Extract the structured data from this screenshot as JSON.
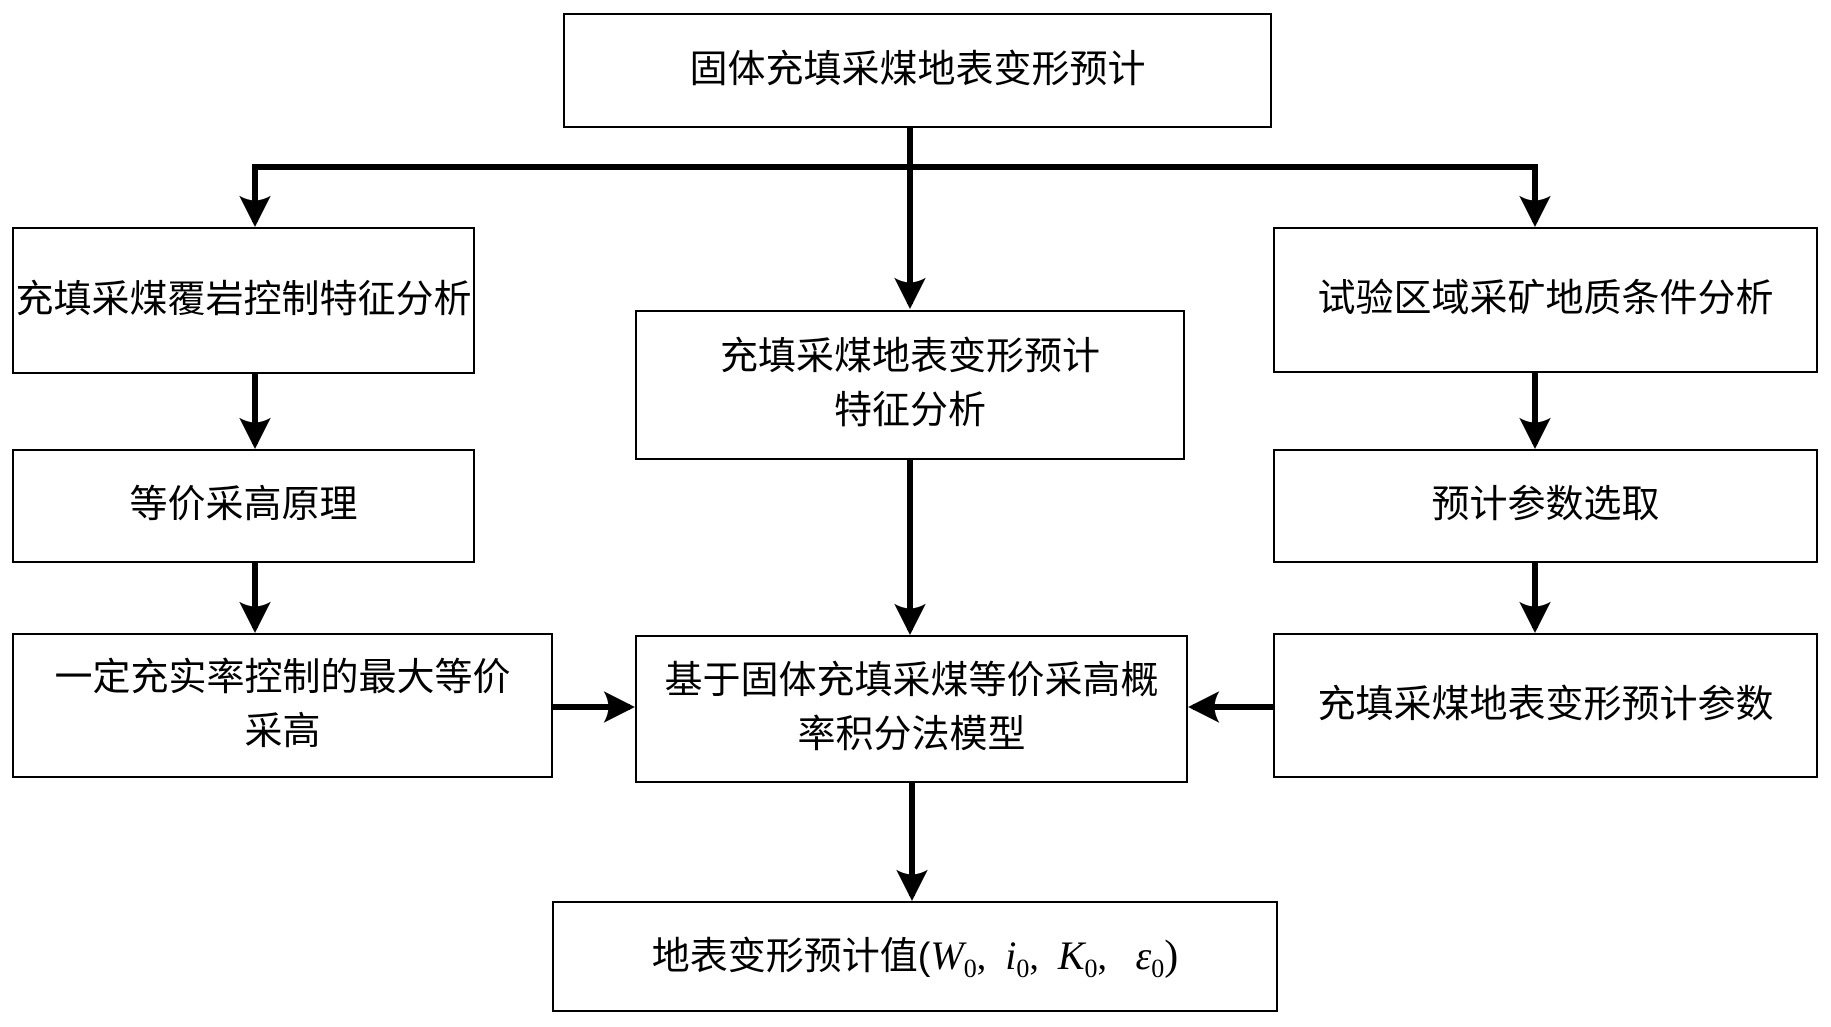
{
  "diagram": {
    "colors": {
      "line": "#000000",
      "box_bg": "#ffffff",
      "text": "#000000"
    },
    "title_box": {
      "label": "固体充填采煤地表变形预计"
    },
    "left": [
      {
        "label": "充填采煤覆岩控制特征分析"
      },
      {
        "label": "等价采高原理"
      },
      {
        "lines": [
          "一定充实率控制的最大等价",
          "采高"
        ]
      }
    ],
    "middle": [
      {
        "lines": [
          "充填采煤地表变形预计",
          "特征分析"
        ]
      },
      {
        "lines": [
          "基于固体充填采煤等价采高概",
          "率积分法模型"
        ]
      }
    ],
    "right": [
      {
        "label": "试验区域采矿地质条件分析"
      },
      {
        "label": "预计参数选取"
      },
      {
        "label": "充填采煤地表变形预计参数"
      }
    ],
    "result_box": {
      "prefix": "地表变形预计值(",
      "vars": [
        {
          "sym": "W",
          "sub": "0",
          "sep": ",  "
        },
        {
          "sym": "i",
          "sub": "0",
          "sep": ",  "
        },
        {
          "sym": "K",
          "sub": "0",
          "sep": ",   "
        },
        {
          "sym": "ε",
          "sub": "0",
          "sep": " "
        }
      ],
      "suffix": ")"
    }
  }
}
